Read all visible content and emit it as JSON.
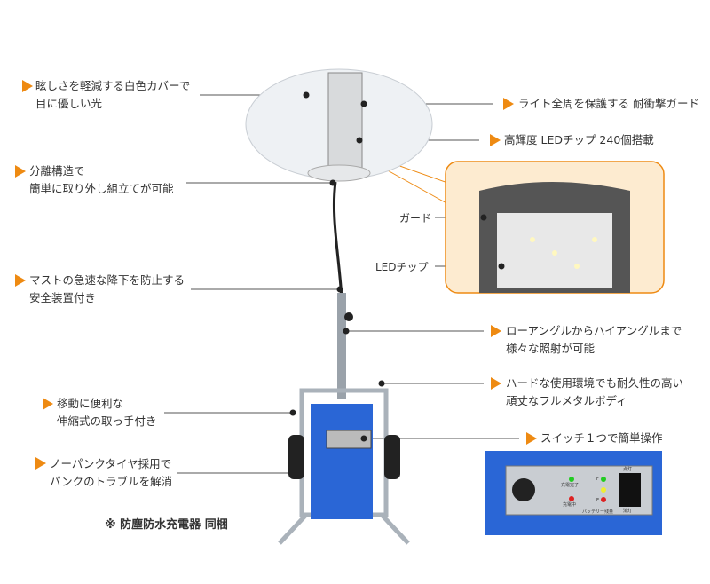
{
  "callouts_left": [
    {
      "line1": "眩しさを軽減する白色カバーで",
      "line2": "目に優しい光"
    },
    {
      "line1": "分離構造で",
      "line2": "簡単に取り外し組立てが可能"
    },
    {
      "line1": "マストの急速な降下を防止する",
      "line2": "安全装置付き"
    },
    {
      "line1": "移動に便利な",
      "line2": "伸縮式の取っ手付き"
    },
    {
      "line1": "ノーパンクタイヤ採用で",
      "line2": "パンクのトラブルを解消"
    }
  ],
  "callouts_right": [
    {
      "line1": "ライト全周を保護する 耐衝撃ガード"
    },
    {
      "line1": "高輝度 LEDチップ 240個搭載"
    },
    {
      "line1": "ローアングルからハイアングルまで",
      "line2": "様々な照射が可能"
    },
    {
      "line1": "ハードな使用環境でも耐久性の高い",
      "line2": "頑丈なフルメタルボディ"
    },
    {
      "line1": "スイッチ１つで簡単操作"
    }
  ],
  "inset": {
    "guard_label": "ガード",
    "led_label": "LEDチップ"
  },
  "panel": {
    "charged": "充電完了",
    "charging": "充電中",
    "battery": "バッテリー残量",
    "on": "点灯",
    "off": "消灯",
    "full": "F",
    "empty": "E"
  },
  "note": "※ 防塵防水充電器 同梱",
  "colors": {
    "accent": "#ee8a12",
    "inset_bg": "#fdebd0",
    "body_blue": "#2a66d6"
  }
}
